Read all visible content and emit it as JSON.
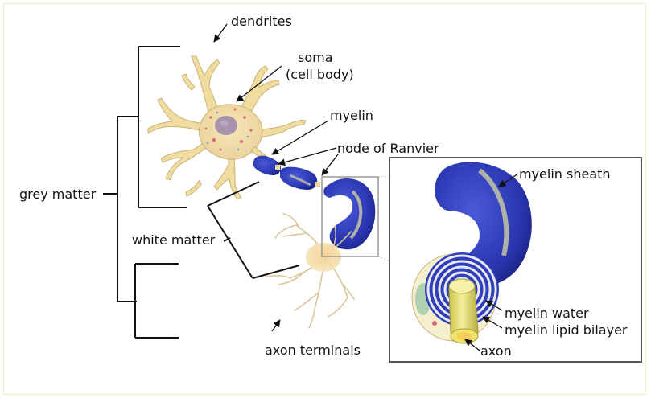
{
  "labels": {
    "dendrites": "dendrites",
    "soma": "soma",
    "cell_body": "(cell body)",
    "myelin": "myelin",
    "node_of_ranvier": "node of Ranvier",
    "grey_matter": "grey matter",
    "white_matter": "white matter",
    "axon_terminals": "axon terminals",
    "myelin_sheath": "myelin sheath",
    "myelin_water": "myelin water",
    "myelin_lipid_bilayer": "myelin lipid bilayer",
    "axon": "axon"
  },
  "colors": {
    "neuron_fill": "#f1dca0",
    "neuron_stroke": "#c9b276",
    "myelin_blue": "#2f3fb8",
    "myelin_dark": "#1c2490",
    "nucleus": "#9a86a8",
    "axon_yellow": "#e9e27a",
    "frame_border": "#e9f2c4",
    "bracket": "#111111",
    "inset_border": "#555555"
  }
}
